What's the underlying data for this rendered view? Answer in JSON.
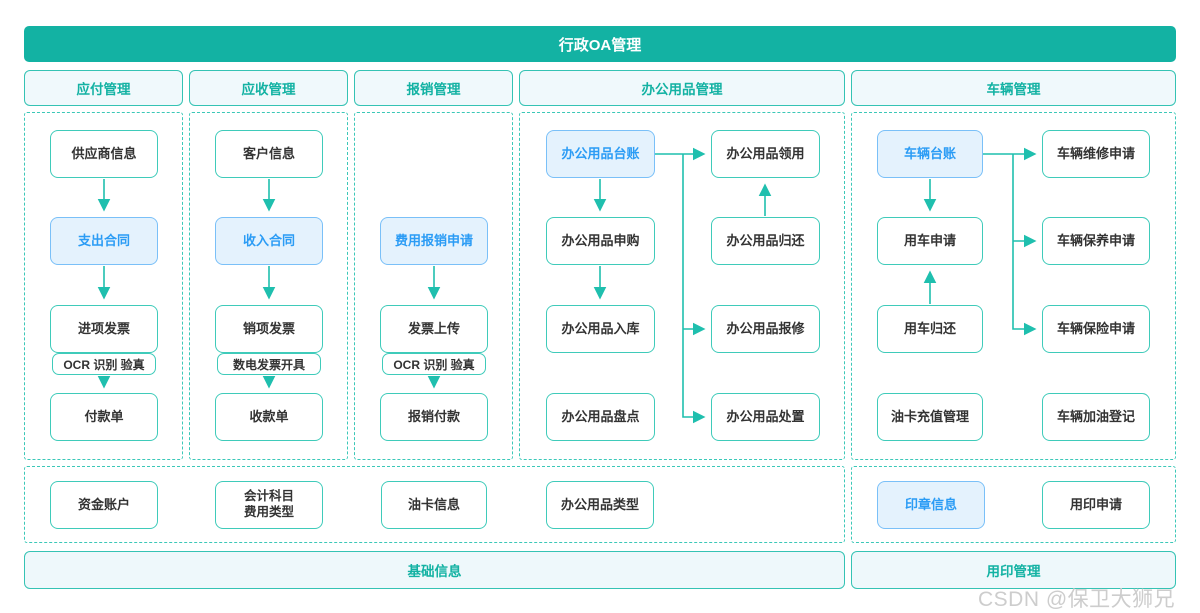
{
  "title": "行政OA管理",
  "watermark": "CSDN @保卫大狮兄",
  "colors": {
    "brand_teal": "#13b2a3",
    "box_border_teal": "#3fcbba",
    "dashed_border_teal": "#3cc8b8",
    "band_bg": "#eef8fb",
    "highlight_bg": "#e4f2fd",
    "highlight_border": "#7ac0f8",
    "highlight_text": "#2b9cf5",
    "arrow": "#1fbfae",
    "node_text": "#333333"
  },
  "headers": {
    "payable": "应付管理",
    "receivable": "应收管理",
    "reimburse": "报销管理",
    "office": "办公用品管理",
    "vehicle": "车辆管理"
  },
  "payable": {
    "supplier": "供应商信息",
    "contract": "支出合同",
    "invoice": "进项发票",
    "tag": "OCR 识别 验真",
    "payment": "付款单"
  },
  "receivable": {
    "customer": "客户信息",
    "contract": "收入合同",
    "invoice": "销项发票",
    "tag": "数电发票开具",
    "receipt": "收款单"
  },
  "reimburse": {
    "apply": "费用报销申请",
    "upload": "发票上传",
    "tag": "OCR 识别 验真",
    "pay": "报销付款"
  },
  "office": {
    "ledger": "办公用品台账",
    "purchase": "办公用品申购",
    "inbound": "办公用品入库",
    "stocktake": "办公用品盘点",
    "borrow": "办公用品领用",
    "return": "办公用品归还",
    "repair": "办公用品报修",
    "dispose": "办公用品处置"
  },
  "vehicle": {
    "ledger": "车辆台账",
    "apply": "用车申请",
    "return": "用车归还",
    "fuelcard": "油卡充值管理",
    "repair": "车辆维修申请",
    "maintain": "车辆保养申请",
    "insurance": "车辆保险申请",
    "refuel": "车辆加油登记"
  },
  "base": {
    "band": "基础信息",
    "account": "资金账户",
    "subject": "会计科目\n费用类型",
    "fuelcard_info": "油卡信息",
    "office_type": "办公用品类型"
  },
  "seal": {
    "band": "用印管理",
    "seal_info": "印章信息",
    "seal_apply": "用印申请"
  }
}
